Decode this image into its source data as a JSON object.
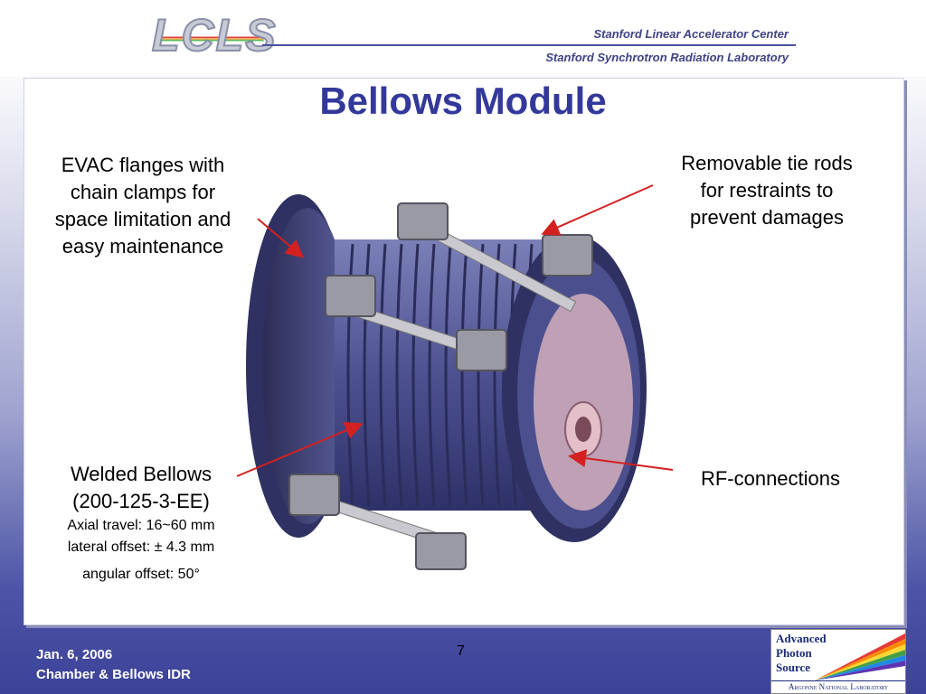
{
  "header": {
    "logo_text": "LCLS",
    "org_line_1": "Stanford Linear Accelerator Center",
    "org_line_2": "Stanford Synchrotron Radiation Laboratory"
  },
  "slide": {
    "title": "Bellows Module",
    "labels": {
      "evac": [
        "EVAC flanges with",
        "chain clamps for",
        "space limitation and",
        "easy maintenance"
      ],
      "tie_rods": [
        "Removable tie rods",
        "for restraints to",
        "prevent damages"
      ],
      "rf": "RF-connections",
      "bellows_title": [
        "Welded Bellows",
        "(200-125-3-EE)"
      ],
      "bellows_specs": [
        "Axial travel: 16~60 mm",
        "lateral offset: ± 4.3 mm",
        "angular offset: 50°"
      ]
    },
    "colors": {
      "title": "#33399a",
      "arrow": "#d42020",
      "bellows": "#5a5e95",
      "flange": "#3f4275"
    }
  },
  "footer": {
    "date": "Jan. 6, 2006",
    "event": "Chamber & Bellows IDR",
    "page": "7",
    "aps_logo": [
      "Advanced",
      "Photon",
      "Source"
    ],
    "aps_lab": "Argonne National Laboratory"
  }
}
